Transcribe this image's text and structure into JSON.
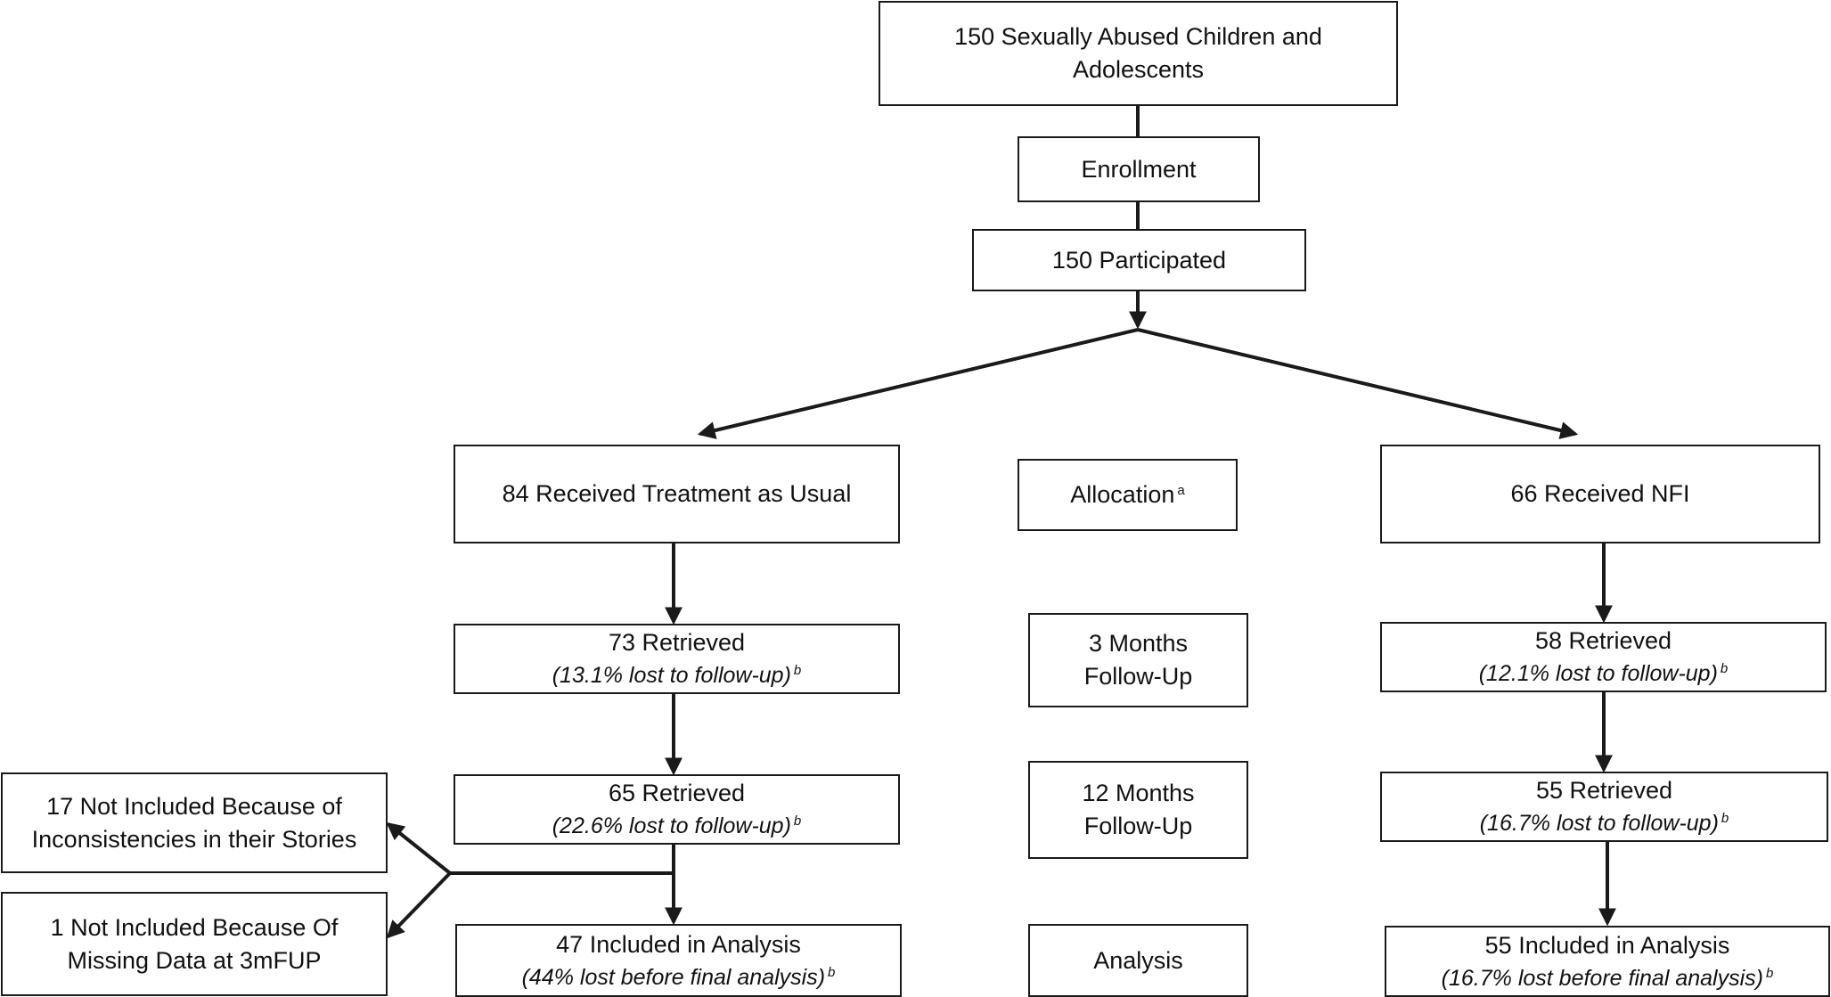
{
  "flowchart": {
    "top_box": "150 Sexually Abused Children and Adolescents",
    "stages": {
      "enrollment": "Enrollment",
      "participated": "150 Participated",
      "allocation": "Allocation",
      "allocation_note_marker": "a",
      "followup_3m": "3 Months Follow-Up",
      "followup_12m": "12 Months Follow-Up",
      "analysis": "Analysis"
    },
    "tau_arm": {
      "received": "84 Received Treatment as Usual",
      "retrieved_3m": "73 Retrieved",
      "retrieved_3m_loss": "(13.1% lost to follow-up)",
      "retrieved_12m": "65 Retrieved",
      "retrieved_12m_loss": "(22.6% lost to follow-up)",
      "analysis": "47 Included in Analysis",
      "analysis_loss": "(44% lost before final analysis)"
    },
    "nfi_arm": {
      "received": "66 Received NFI",
      "retrieved_3m": "58 Retrieved",
      "retrieved_3m_loss": "(12.1% lost to follow-up)",
      "retrieved_12m": "55 Retrieved",
      "retrieved_12m_loss": "(16.7% lost to follow-up)",
      "analysis": "55 Included in Analysis",
      "analysis_loss": "(16.7% lost before final analysis)"
    },
    "exclusions": {
      "inconsistent": "17 Not Included Because of Inconsistencies in their Stories",
      "missing": "1 Not Included Because Of Missing Data at 3mFUP"
    },
    "footnote_marker": "b"
  },
  "colors": {
    "line": "#1a1a1a",
    "box_border": "#1a1a1a",
    "text": "#111111",
    "background": "#ffffff"
  }
}
